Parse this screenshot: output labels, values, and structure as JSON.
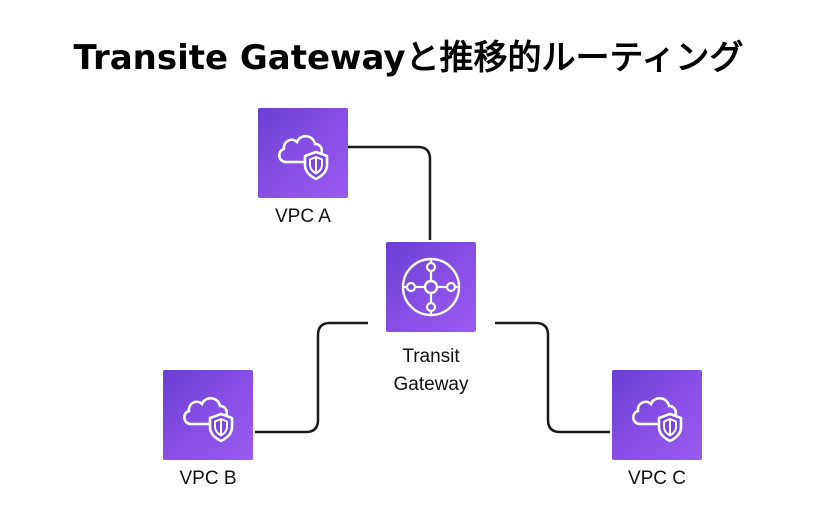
{
  "title": "Transite Gatewayと推移的ルーティング",
  "nodes": {
    "vpc_a": {
      "label": "VPC A",
      "icon": "vpc-cloud-shield-icon"
    },
    "vpc_b": {
      "label": "VPC B",
      "icon": "vpc-cloud-shield-icon"
    },
    "vpc_c": {
      "label": "VPC C",
      "icon": "vpc-cloud-shield-icon"
    },
    "transit_gateway": {
      "label_line1": "Transit",
      "label_line2": "Gateway",
      "icon": "transit-gateway-hub-icon"
    }
  },
  "colors": {
    "node_fill": "#7b47df",
    "icon_stroke": "#ffffff",
    "connector": "#1a1a1a"
  }
}
